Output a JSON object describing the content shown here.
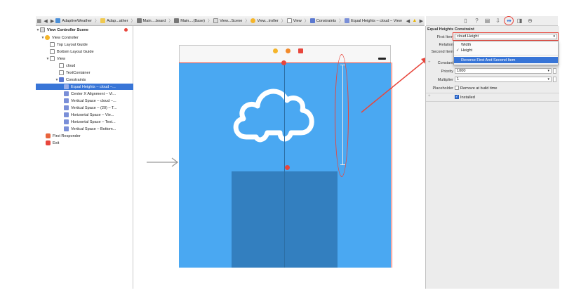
{
  "jumpbar": {
    "crumbs": [
      "AdaptiveWeather",
      "Adap...ather",
      "Main....board",
      "Main....(Base)",
      "View...Scene",
      "View...troller",
      "View",
      "Constraints",
      "Equal Heights – cloud – View"
    ]
  },
  "navigator": {
    "items": [
      {
        "label": "View Controller Scene"
      },
      {
        "label": "View Controller"
      },
      {
        "label": "Top Layout Guide"
      },
      {
        "label": "Bottom Layout Guide"
      },
      {
        "label": "View"
      },
      {
        "label": "cloud"
      },
      {
        "label": "TextContainer"
      },
      {
        "label": "Constraints"
      },
      {
        "label": "Equal Heights – cloud –..."
      },
      {
        "label": "Center X Alignment – Vi..."
      },
      {
        "label": "Vertical Space – cloud –..."
      },
      {
        "label": "Vertical Space – (20) – T..."
      },
      {
        "label": "Horizontal Space – Vie..."
      },
      {
        "label": "Horizontal Space – Text..."
      },
      {
        "label": "Vertical Space – Bottom..."
      },
      {
        "label": "First Responder"
      },
      {
        "label": "Exit"
      }
    ]
  },
  "inspector": {
    "section_title": "Equal Heights Constraint",
    "first_item_label": "First Item",
    "first_item_value": "cloud.Height",
    "relation_label": "Relation",
    "second_item_label": "Second Item",
    "constant_label": "Constant",
    "priority_label": "Priority",
    "priority_value": "1000",
    "multiplier_label": "Multiplier",
    "multiplier_value": "1",
    "placeholder_label": "Placeholder",
    "remove_at_build": "Remove at build time",
    "installed": "Installed",
    "popup": {
      "option_width": "Width",
      "option_height": "Height",
      "check": "✓",
      "reverse": "Reverse First And Second Item"
    }
  },
  "colors": {
    "view_blue": "#4aa8f2",
    "text_container": "#337fbf",
    "highlight_red": "#e8463c",
    "selection_blue": "#3875d7"
  }
}
